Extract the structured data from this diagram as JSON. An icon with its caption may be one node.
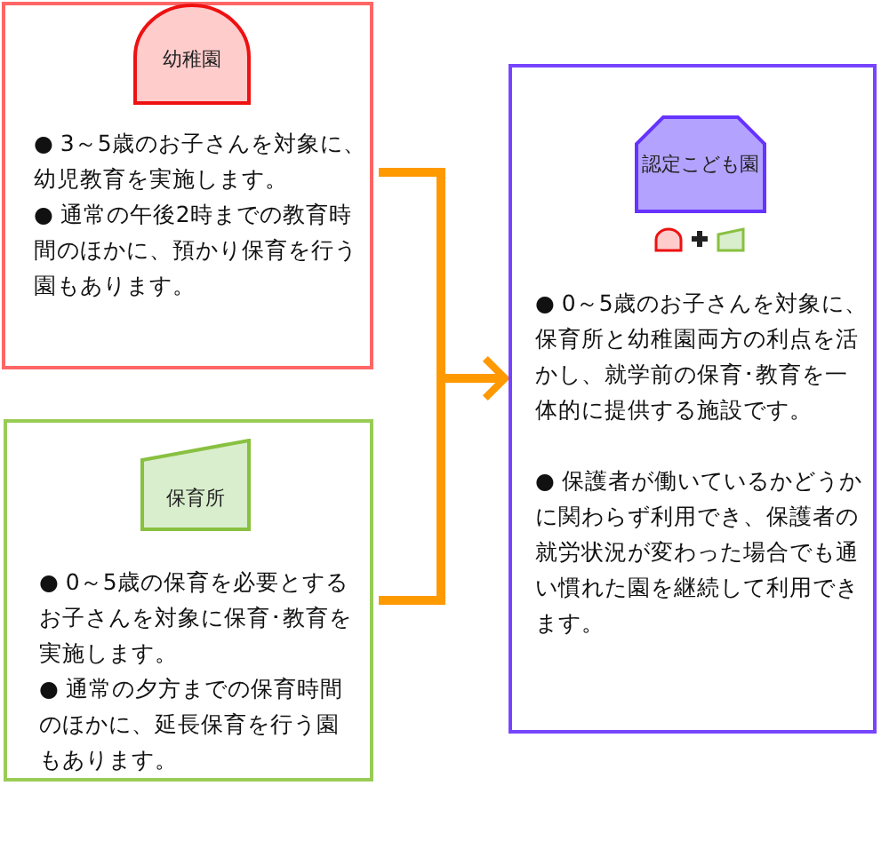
{
  "diagram": {
    "nodes": [
      {
        "text": [
          "● 3～5歳のお子さんを対象に、幼児教育を実施します。",
          "● 通常の午後2時までの教育時間のほかに、預かり保育を行う園もあります。"
        ]
      },
      {
        "text": [
          "幼稚園"
        ],
        "in": 0
      },
      {
        "text": [
          "● 0～5歳の保育を必要とするお子さんを対象に保育･教育を実施します。",
          "● 通常の夕方までの保育時間のほかに、延長保育を行う園もあります。"
        ]
      },
      {
        "text": [
          "保育所"
        ],
        "in": 2
      },
      {
        "text": [
          "● 0～5歳のお子さんを対象に、保育所と幼稚園両方の利点を活かし、就学前の保育･教育を一体的に提供する施設です。",
          "● 保護者が働いているかどうかに関わらず利用でき、保護者の就労状況が変わった場合でも通い慣れた園を継続して利用できます。"
        ]
      },
      {
        "text": [
          "認定こども園"
        ],
        "in": 4
      }
    ],
    "edges": [
      {
        "from": 0,
        "to": 4,
        "arrow": "to"
      },
      {
        "from": 2,
        "to": 4,
        "arrow": "to"
      }
    ]
  }
}
